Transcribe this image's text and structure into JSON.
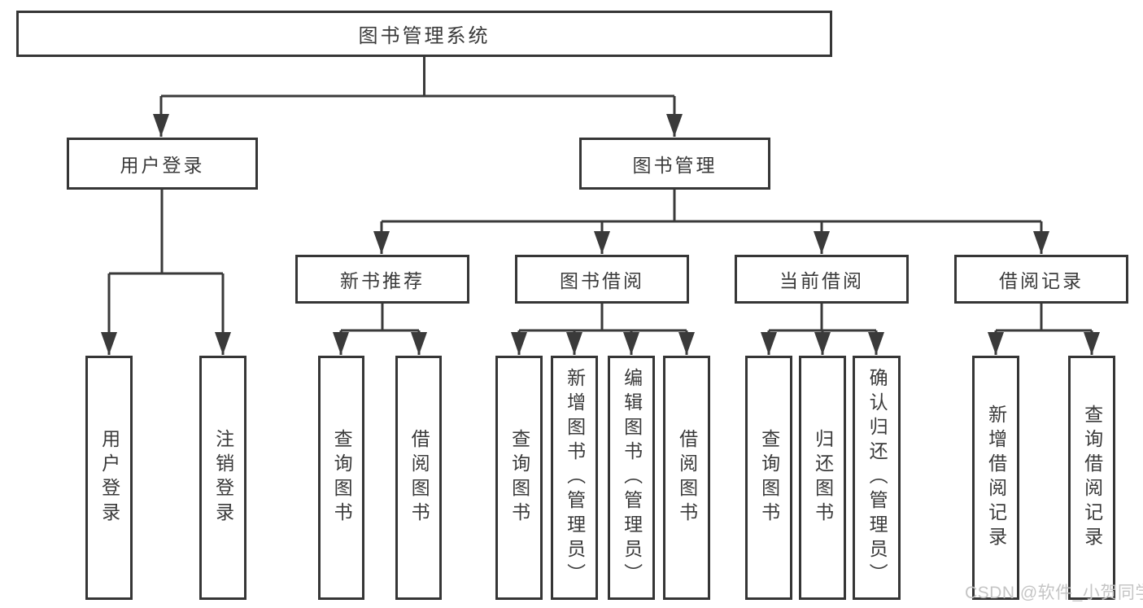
{
  "tree": {
    "label": "图书管理系统",
    "children": [
      {
        "label": "用户登录",
        "children": [
          {
            "label": "用户登录"
          },
          {
            "label": "注销登录"
          }
        ]
      },
      {
        "label": "图书管理",
        "children": [
          {
            "label": "新书推荐",
            "children": [
              {
                "label": "查询图书"
              },
              {
                "label": "借阅图书"
              }
            ]
          },
          {
            "label": "图书借阅",
            "children": [
              {
                "label": "查询图书"
              },
              {
                "label": "新增图书（管理员）"
              },
              {
                "label": "编辑图书（管理员）"
              },
              {
                "label": "借阅图书"
              }
            ]
          },
          {
            "label": "当前借阅",
            "children": [
              {
                "label": "查询图书"
              },
              {
                "label": "归还图书"
              },
              {
                "label": "确认归还（管理员）"
              }
            ]
          },
          {
            "label": "借阅记录",
            "children": [
              {
                "label": "新增借阅记录"
              },
              {
                "label": "查询借阅记录"
              }
            ]
          }
        ]
      }
    ]
  },
  "colors": {
    "line": "#3a3a3a",
    "border": "#363636",
    "text": "#3a3a3a",
    "watermark": "#c2c2c2"
  },
  "watermark": {
    "text": "CSDN @软件_小贺同学"
  }
}
